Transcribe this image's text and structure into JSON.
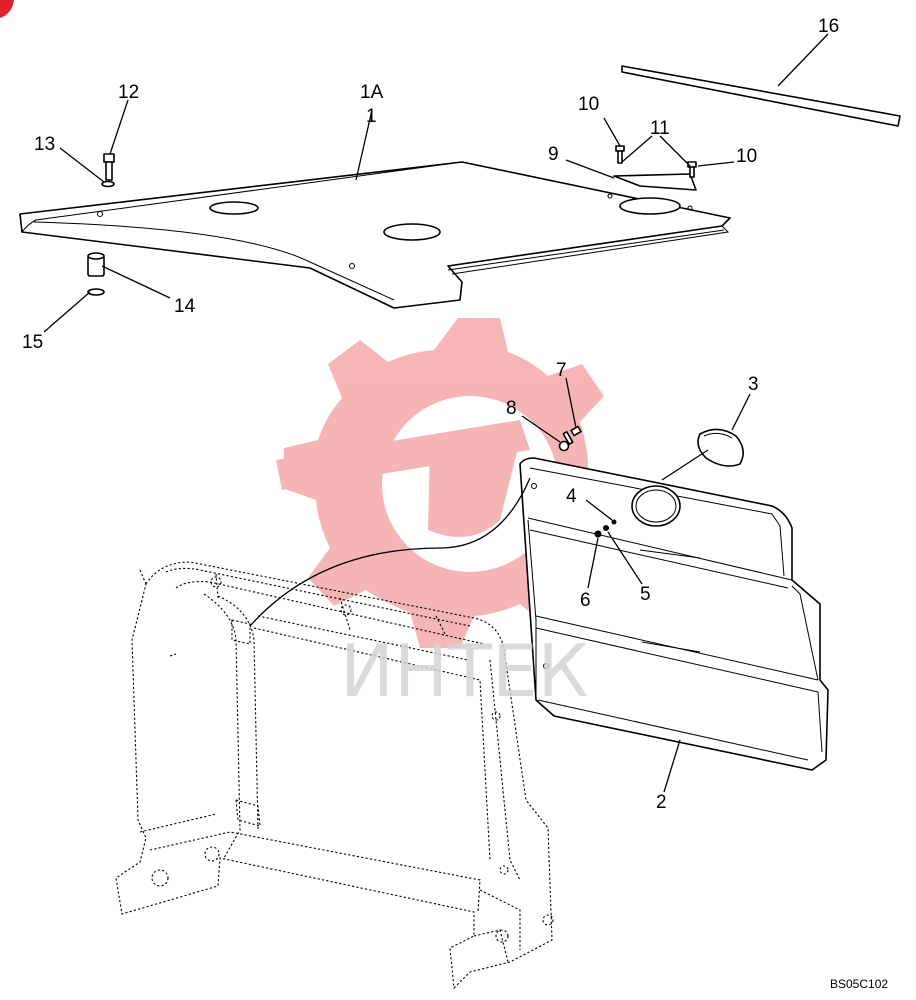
{
  "diagram": {
    "drawing_code": "BS05C102",
    "watermark_text": "ИНТЕК",
    "callouts": [
      {
        "id": "c16",
        "label": "16"
      },
      {
        "id": "c12",
        "label": "12"
      },
      {
        "id": "c1A",
        "label": "1A"
      },
      {
        "id": "c1",
        "label": "1"
      },
      {
        "id": "c13",
        "label": "13"
      },
      {
        "id": "c10a",
        "label": "10"
      },
      {
        "id": "c11",
        "label": "11"
      },
      {
        "id": "c9",
        "label": "9"
      },
      {
        "id": "c10b",
        "label": "10"
      },
      {
        "id": "c14",
        "label": "14"
      },
      {
        "id": "c15",
        "label": "15"
      },
      {
        "id": "c7",
        "label": "7"
      },
      {
        "id": "c8",
        "label": "8"
      },
      {
        "id": "c3",
        "label": "3"
      },
      {
        "id": "c4",
        "label": "4"
      },
      {
        "id": "c5",
        "label": "5"
      },
      {
        "id": "c6",
        "label": "6"
      },
      {
        "id": "c2",
        "label": "2"
      }
    ],
    "colors": {
      "watermark": "#f4a9a9",
      "watermark_text": "#d9d9d9",
      "corner_mark": "#e0202a",
      "line": "#000000"
    }
  }
}
